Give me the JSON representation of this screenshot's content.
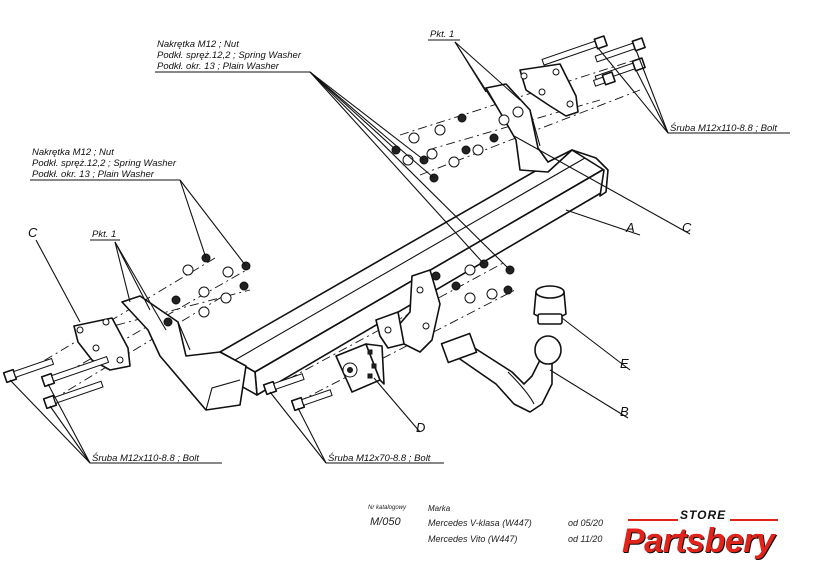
{
  "callouts": {
    "nut_upper": [
      "Nakrętka  M12 ; Nut",
      "Podkł. spręż.12,2 ; Spring Washer",
      "Podkł. okr. 13 ; Plain Washer"
    ],
    "nut_left": [
      "Nakrętka  M12 ; Nut",
      "Podkł. spręż.12,2 ; Spring Washer",
      "Podkł. okr. 13 ; Plain Washer"
    ],
    "pkt_upper": "Pkt. 1",
    "pkt_left": "Pkt. 1",
    "bolt_right": "Śruba M12x110-8.8 ;  Bolt",
    "bolt_left": "Śruba M12x110-8.8 ;  Bolt",
    "bolt_middle": "Śruba M12x70-8.8 ;  Bolt"
  },
  "part_letters": {
    "A": "A",
    "B": "B",
    "C_left": "C",
    "C_right": "C",
    "D": "D",
    "E": "E"
  },
  "catalog": {
    "nr_label": "Nr katalogowy",
    "nr_value": "M/050",
    "marka_label": "Marka",
    "vehicles": [
      {
        "model": "Mercedes V-klasa (W447)",
        "date": "od 05/20"
      },
      {
        "model": "Mercedes Vito (W447)",
        "date": "od 11/20"
      }
    ]
  },
  "brand": {
    "store": "STORE",
    "name": "Partsbery",
    "accent_color": "#e0231b"
  }
}
